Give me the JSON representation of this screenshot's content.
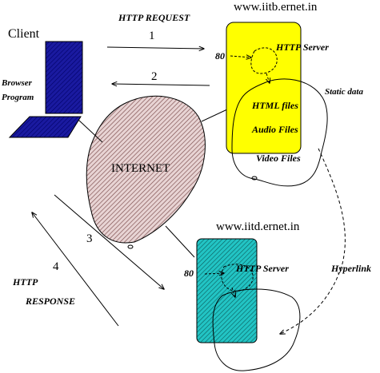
{
  "labels": {
    "client": "Client",
    "browser": "Browser",
    "program": "Program",
    "http_request": "HTTP REQUEST",
    "step1": "1",
    "step2": "2",
    "step3": "3",
    "step4": "4",
    "http": "HTTP",
    "response": "RESPONSE",
    "internet": "INTERNET",
    "server1_host": "www.iitb.ernet.in",
    "server1_port": "80",
    "server1_name": "HTTP Server",
    "static_data": "Static data",
    "html_files": "HTML files",
    "audio_files": "Audio Files",
    "video_files": "Video Files",
    "server2_host": "www.iitd.ernet.in",
    "server2_port": "80",
    "server2_name": "HTTP Server",
    "hyperlink": "Hyperlink"
  },
  "colors": {
    "client_blue": "#1a1aa0",
    "server1_yellow": "#ffff00",
    "server2_cyan": "#22c4c4",
    "internet_fill": "#c8a8a8"
  }
}
